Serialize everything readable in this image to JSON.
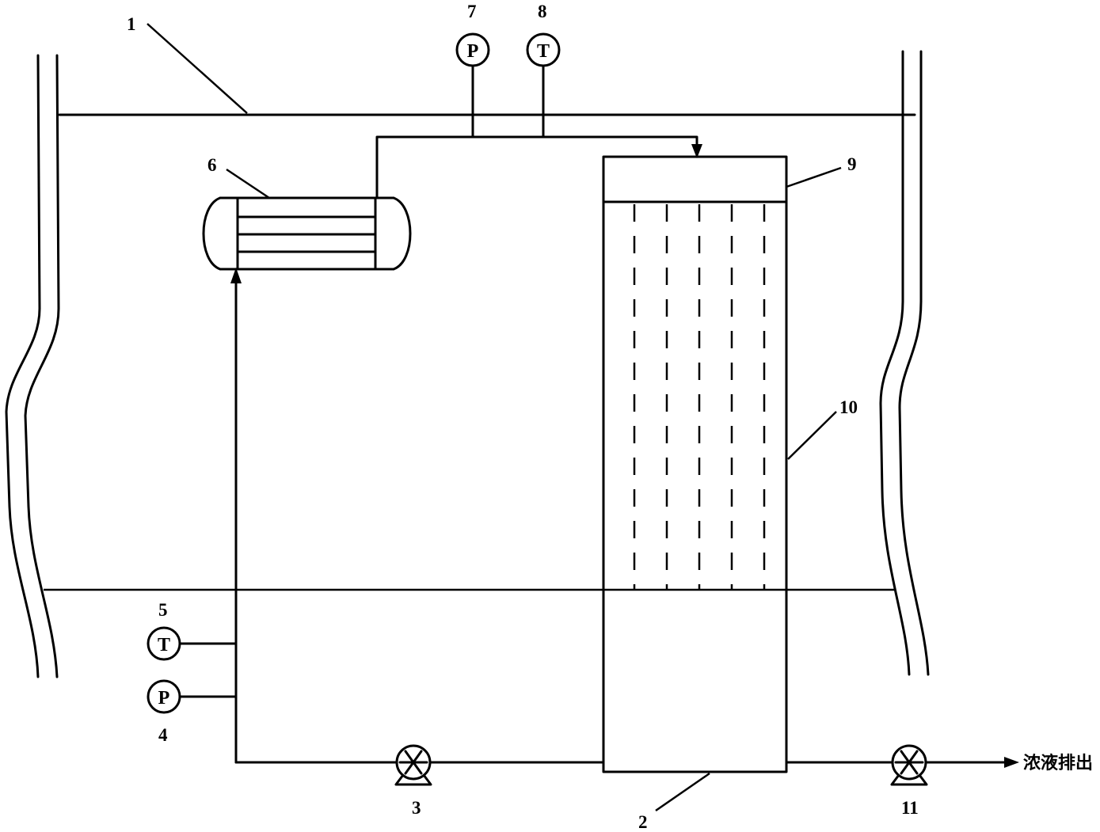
{
  "labels": {
    "l1": "1",
    "l2": "2",
    "l3": "3",
    "l4": "4",
    "l5": "5",
    "l6": "6",
    "l7": "7",
    "l8": "8",
    "l9": "9",
    "l10": "10",
    "l11": "11"
  },
  "gauges": {
    "g4": "P",
    "g5": "T",
    "g7": "P",
    "g8": "T"
  },
  "outlet_text": "浓液排出",
  "colors": {
    "line": "#000000",
    "background": "#ffffff"
  }
}
